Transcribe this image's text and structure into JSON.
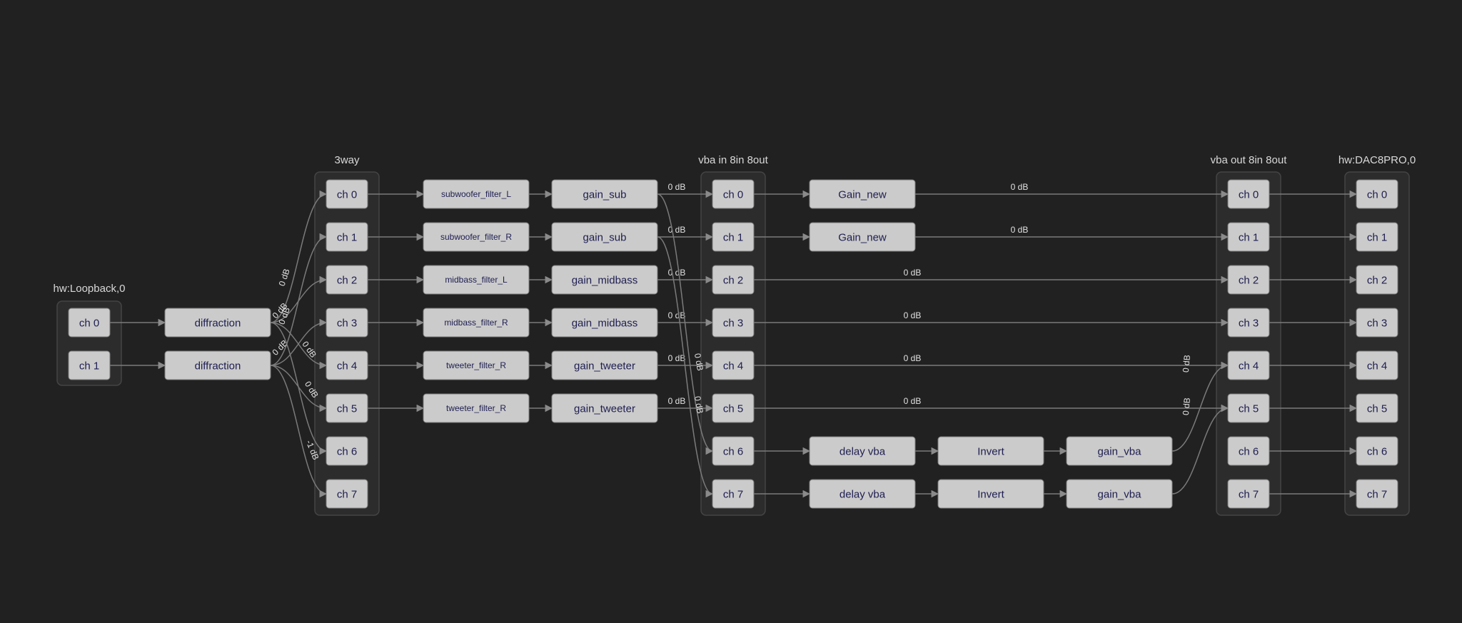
{
  "groups": {
    "loopback": {
      "title": "hw:Loopback,0"
    },
    "threeway": {
      "title": "3way"
    },
    "vbain": {
      "title": "vba in 8in 8out"
    },
    "vbaout": {
      "title": "vba out 8in 8out"
    },
    "dac": {
      "title": "hw:DAC8PRO,0"
    }
  },
  "channels": {
    "loopback": [
      "ch 0",
      "ch 1"
    ],
    "threeway": [
      "ch 0",
      "ch 1",
      "ch 2",
      "ch 3",
      "ch 4",
      "ch 5",
      "ch 6",
      "ch 7"
    ],
    "vbain": [
      "ch 0",
      "ch 1",
      "ch 2",
      "ch 3",
      "ch 4",
      "ch 5",
      "ch 6",
      "ch 7"
    ],
    "vbaout": [
      "ch 0",
      "ch 1",
      "ch 2",
      "ch 3",
      "ch 4",
      "ch 5",
      "ch 6",
      "ch 7"
    ],
    "dac": [
      "ch 0",
      "ch 1",
      "ch 2",
      "ch 3",
      "ch 4",
      "ch 5",
      "ch 6",
      "ch 7"
    ]
  },
  "processors": {
    "diffraction": [
      "diffraction",
      "diffraction"
    ],
    "filters": [
      "subwoofer_filter_L",
      "subwoofer_filter_R",
      "midbass_filter_L",
      "midbass_filter_R",
      "tweeter_filter_R",
      "tweeter_filter_R"
    ],
    "gains": [
      "gain_sub",
      "gain_sub",
      "gain_midbass",
      "gain_midbass",
      "gain_tweeter",
      "gain_tweeter"
    ],
    "gain_new": [
      "Gain_new",
      "Gain_new"
    ],
    "delay": [
      "delay vba",
      "delay vba"
    ],
    "invert": [
      "Invert",
      "Invert"
    ],
    "gain_vba": [
      "gain_vba",
      "gain_vba"
    ]
  },
  "edge_labels": {
    "diffraction_to_3way": [
      "0 dB",
      "0 dB",
      "0 dB",
      "0 dB",
      "0 dB",
      "0 dB",
      "-1 dB"
    ],
    "gain_to_vbain": [
      "0 dB",
      "0 dB",
      "0 dB",
      "0 dB",
      "0 dB",
      "0 dB",
      "0 dB",
      "0 dB"
    ],
    "vbain_to_vbaout": [
      "0 dB",
      "0 dB",
      "0 dB",
      "0 dB",
      "0 dB",
      "0 dB"
    ],
    "gainvba_to_vbaout": [
      "0 dB",
      "0 dB"
    ]
  }
}
